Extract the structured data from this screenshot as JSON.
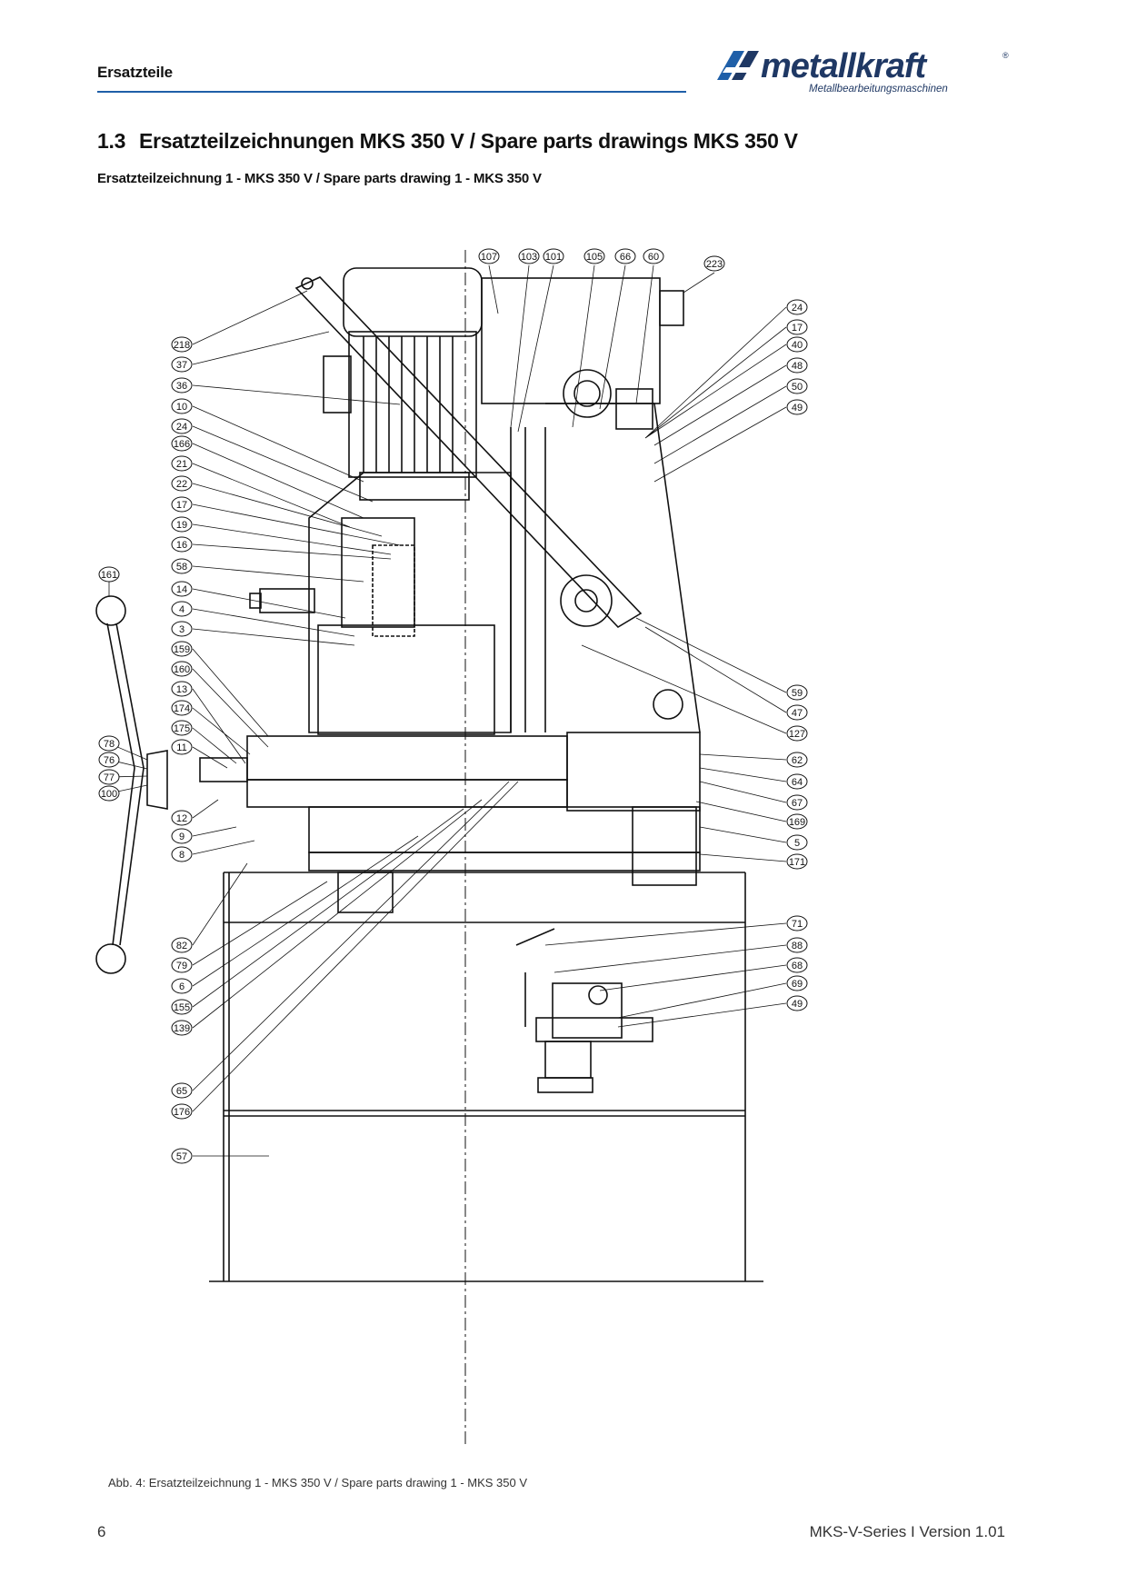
{
  "header": {
    "section": "Ersatzteile",
    "logo": {
      "wordmark": "metallkraft",
      "registered": "®",
      "tagline": "Metallbearbeitungsmaschinen"
    }
  },
  "heading": {
    "number": "1.3",
    "title": "Ersatzteilzeichnungen MKS 350 V / Spare parts drawings MKS 350 V"
  },
  "subheading": "Ersatzteilzeichnung 1 - MKS 350 V / Spare parts drawing 1 - MKS 350 V",
  "drawing": {
    "labels_top": [
      "107",
      "103",
      "101",
      "105",
      "66",
      "60",
      "223"
    ],
    "labels_left": [
      "218",
      "37",
      "36",
      "10",
      "24",
      "166",
      "21",
      "22",
      "17",
      "19",
      "16",
      "58",
      "14",
      "4",
      "3",
      "159",
      "160",
      "13",
      "174",
      "175",
      "11",
      "12",
      "9",
      "8",
      "82",
      "79",
      "6",
      "155",
      "139",
      "65",
      "176",
      "57"
    ],
    "labels_far_left": [
      "161",
      "78",
      "76",
      "77",
      "100"
    ],
    "labels_right": [
      "24",
      "17",
      "40",
      "48",
      "50",
      "49",
      "59",
      "47",
      "127",
      "62",
      "64",
      "67",
      "169",
      "5",
      "171",
      "71",
      "88",
      "68",
      "69",
      "49"
    ]
  },
  "caption": "Abb. 4: Ersatzteilzeichnung 1 - MKS 350 V / Spare parts drawing 1 - MKS 350 V",
  "footer": {
    "page": "6",
    "doc": "MKS-V-Series I Version 1.01"
  }
}
